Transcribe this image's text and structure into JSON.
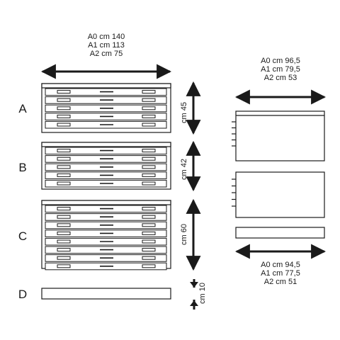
{
  "width_label": [
    "A0 cm 140",
    "A1 cm 113",
    "A2 cm 75"
  ],
  "top_depth_label": [
    "A0 cm 96,5",
    "A1 cm 79,5",
    "A2 cm 53"
  ],
  "bottom_depth_label": [
    "A0 cm 94,5",
    "A1 cm 77,5",
    "A2 cm 51"
  ],
  "units": [
    {
      "letter": "A",
      "height": "cm 45",
      "drawers": 5
    },
    {
      "letter": "B",
      "height": "cm 42",
      "drawers": 5
    },
    {
      "letter": "C",
      "height": "cm 60",
      "drawers": 8
    },
    {
      "letter": "D",
      "height": "cm 10",
      "drawers": 0
    }
  ],
  "colors": {
    "line": "#1a1a1a",
    "fill": "#ffffff"
  }
}
